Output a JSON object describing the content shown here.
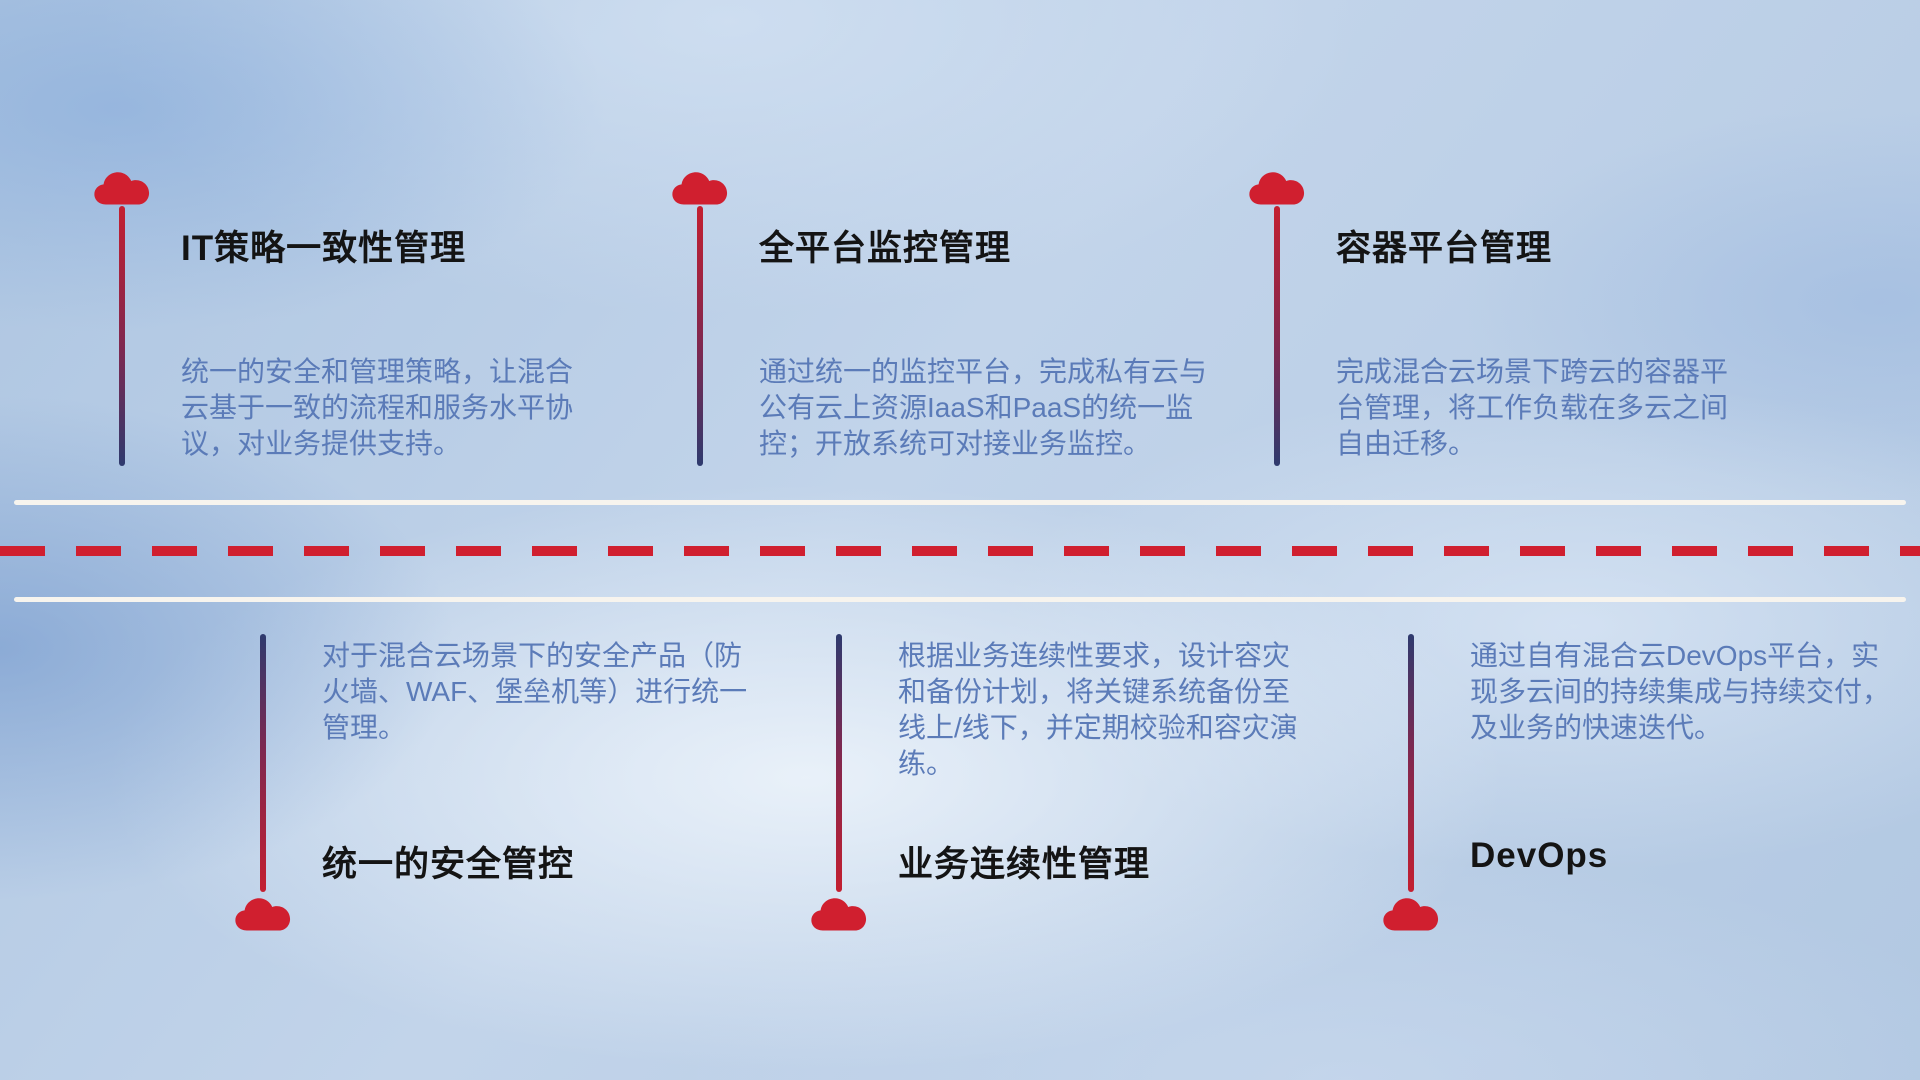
{
  "theme": {
    "cloud_red": "#d01f2f",
    "line_red": "#c41f30",
    "line_navy": "#2e3a6e",
    "title_color": "#141414",
    "desc_color": "#5b7bb8",
    "dash_red": "#d01f2f",
    "white_line": "#f7f4ee"
  },
  "top_items": [
    {
      "title": "IT策略一致性管理",
      "description": "统一的安全和管理策略，让混合云基于一致的流程和服务水平协议，对业务提供支持。"
    },
    {
      "title": "全平台监控管理",
      "description": "通过统一的监控平台，完成私有云与公有云上资源IaaS和PaaS的统一监控；开放系统可对接业务监控。"
    },
    {
      "title": "容器平台管理",
      "description": "完成混合云场景下跨云的容器平台管理，将工作负载在多云之间自由迁移。"
    }
  ],
  "bottom_items": [
    {
      "title": "统一的安全管控",
      "description": "对于混合云场景下的安全产品（防火墙、WAF、堡垒机等）进行统一管理。"
    },
    {
      "title": "业务连续性管理",
      "description": "根据业务连续性要求，设计容灾和备份计划，将关键系统备份至线上/线下，并定期校验和容灾演练。"
    },
    {
      "title": "DevOps",
      "description": "通过自有混合云DevOps平台，实现多云间的持续集成与持续交付，及业务的快速迭代。"
    }
  ]
}
